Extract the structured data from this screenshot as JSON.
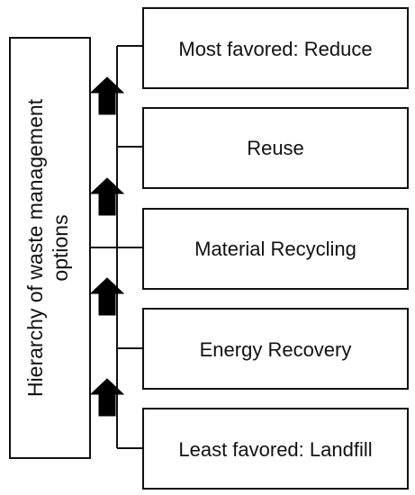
{
  "diagram": {
    "side_label_lines": [
      "Hierarchy of waste management",
      "options"
    ],
    "levels": [
      {
        "label": "Most favored: Reduce"
      },
      {
        "label": "Reuse"
      },
      {
        "label": "Material Recycling"
      },
      {
        "label": "Energy Recovery"
      },
      {
        "label": "Least favored: Landfill"
      }
    ],
    "arrow_count": 4,
    "colors": {
      "stroke": "#111111",
      "arrow": "#000000",
      "background": "#ffffff"
    }
  }
}
